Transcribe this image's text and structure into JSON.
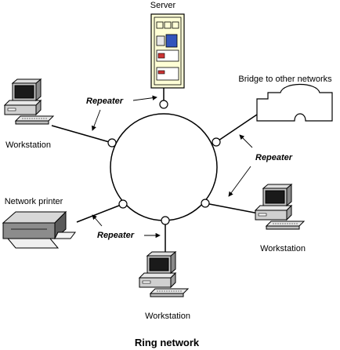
{
  "labels": {
    "server": "Server",
    "bridge": "Bridge to other networks",
    "workstation_left": "Workstation",
    "workstation_right": "Workstation",
    "workstation_bottom": "Workstation",
    "network_printer": "Network printer",
    "repeater_top_left": "Repeater",
    "repeater_right": "Repeater",
    "repeater_bottom": "Repeater",
    "caption": "Ring network"
  },
  "colors": {
    "server_body": "#ffffd6",
    "server_accent": "#3355bb",
    "stroke": "#000000"
  },
  "icons": {
    "server": "server-icon",
    "workstation": "workstation-icon",
    "printer": "printer-icon",
    "bridge": "bridge-icon",
    "repeater": "repeater-node-icon"
  }
}
